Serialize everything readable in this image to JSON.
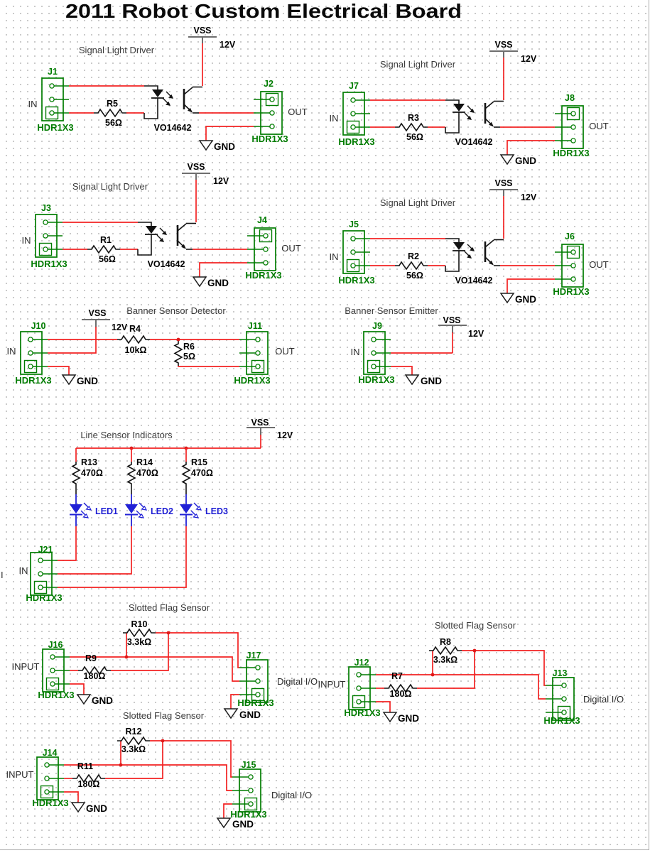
{
  "page": {
    "title": "2011 Robot Custom Electrical Board",
    "stray_label": "I"
  },
  "colors": {
    "wire_red": "#f22222",
    "component_green": "#007c00",
    "led_blue": "#1f1fd4",
    "black": "#000000"
  },
  "signal_drivers": [
    {
      "title": "Signal Light Driver",
      "in_ref": "J1",
      "in_part": "HDR1X3",
      "in_port": "IN",
      "res_ref": "R5",
      "res_val": "56Ω",
      "opto": "VO14642",
      "out_ref": "J2",
      "out_part": "HDR1X3",
      "out_port": "OUT",
      "vss": "VSS",
      "voltage": "12V",
      "gnd": "GND"
    },
    {
      "title": "Signal Light Driver",
      "in_ref": "J7",
      "in_part": "HDR1X3",
      "in_port": "IN",
      "res_ref": "R3",
      "res_val": "56Ω",
      "opto": "VO14642",
      "out_ref": "J8",
      "out_part": "HDR1X3",
      "out_port": "OUT",
      "vss": "VSS",
      "voltage": "12V",
      "gnd": "GND"
    },
    {
      "title": "Signal Light Driver",
      "in_ref": "J3",
      "in_part": "HDR1X3",
      "in_port": "IN",
      "res_ref": "R1",
      "res_val": "56Ω",
      "opto": "VO14642",
      "out_ref": "J4",
      "out_part": "HDR1X3",
      "out_port": "OUT",
      "vss": "VSS",
      "voltage": "12V",
      "gnd": "GND"
    },
    {
      "title": "Signal Light Driver",
      "in_ref": "J5",
      "in_part": "HDR1X3",
      "in_port": "IN",
      "res_ref": "R2",
      "res_val": "56Ω",
      "opto": "VO14642",
      "out_ref": "J6",
      "out_part": "HDR1X3",
      "out_port": "OUT",
      "vss": "VSS",
      "voltage": "12V",
      "gnd": "GND"
    }
  ],
  "banner_detector": {
    "title": "Banner Sensor Detector",
    "in_ref": "J10",
    "in_part": "HDR1X3",
    "in_port": "IN",
    "vss": "VSS",
    "voltage": "12V",
    "r_series": "R4",
    "r_series_val": "10kΩ",
    "r_shunt": "R6",
    "r_shunt_val": "5Ω",
    "out_ref": "J11",
    "out_part": "HDR1X3",
    "out_port": "OUT",
    "gnd": "GND"
  },
  "banner_emitter": {
    "title": "Banner Sensor Emitter",
    "ref": "J9",
    "part": "HDR1X3",
    "port": "IN",
    "vss": "VSS",
    "voltage": "12V",
    "gnd": "GND"
  },
  "line_indicators": {
    "title": "Line Sensor Indicators",
    "vss": "VSS",
    "voltage": "12V",
    "resistors": [
      {
        "ref": "R13",
        "val": "470Ω"
      },
      {
        "ref": "R14",
        "val": "470Ω"
      },
      {
        "ref": "R15",
        "val": "470Ω"
      }
    ],
    "leds": [
      {
        "ref": "LED1"
      },
      {
        "ref": "LED2"
      },
      {
        "ref": "LED3"
      }
    ],
    "ref": "J21",
    "part": "HDR1X3",
    "port": "IN"
  },
  "flag_sensors": [
    {
      "title": "Slotted Flag Sensor",
      "in_ref": "J16",
      "in_part": "HDR1X3",
      "in_port": "INPUT",
      "r_series": "R9",
      "r_series_val": "180Ω",
      "r_pull": "R10",
      "r_pull_val": "3.3kΩ",
      "out_ref": "J17",
      "out_part": "HDR1X3",
      "out_label": "Digital I/O",
      "gnd_in": "GND",
      "gnd_out": "GND"
    },
    {
      "title": "Slotted Flag Sensor",
      "in_ref": "J12",
      "in_part": "HDR1X3",
      "in_port": "INPUT",
      "r_series": "R7",
      "r_series_val": "180Ω",
      "r_pull": "R8",
      "r_pull_val": "3.3kΩ",
      "out_ref": "J13",
      "out_part": "HDR1X3",
      "out_label": "Digital I/O",
      "gnd_in": "GND"
    },
    {
      "title": "Slotted Flag Sensor",
      "in_ref": "J14",
      "in_part": "HDR1X3",
      "in_port": "INPUT",
      "r_series": "R11",
      "r_series_val": "180Ω",
      "r_pull": "R12",
      "r_pull_val": "3.3kΩ",
      "out_ref": "J15",
      "out_part": "HDR1X3",
      "out_label": "Digital I/O",
      "gnd_in": "GND",
      "gnd_out": "GND"
    }
  ]
}
